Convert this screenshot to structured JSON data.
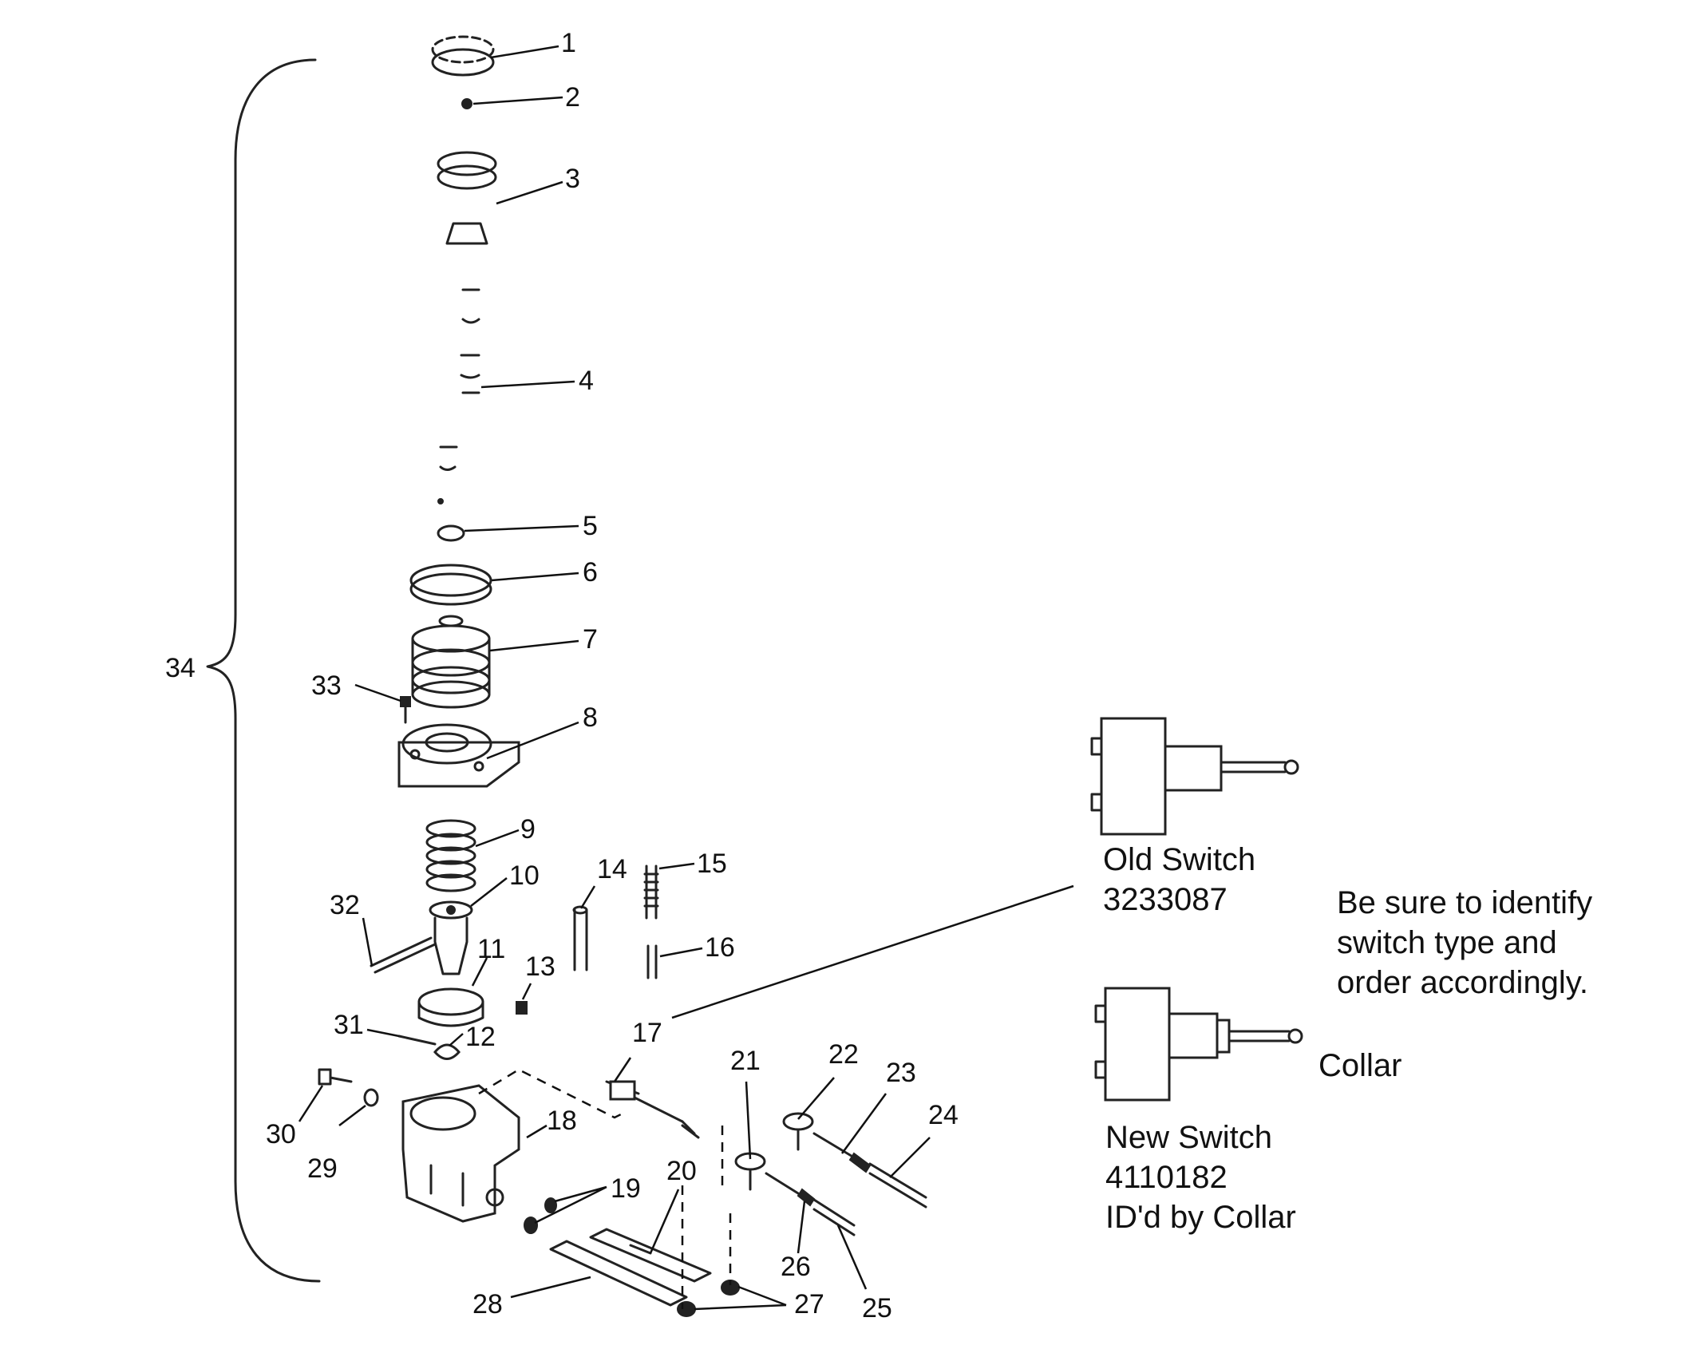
{
  "callouts": {
    "c1": "1",
    "c2": "2",
    "c3": "3",
    "c4": "4",
    "c5": "5",
    "c6": "6",
    "c7": "7",
    "c8": "8",
    "c9": "9",
    "c10": "10",
    "c11": "11",
    "c12": "12",
    "c13": "13",
    "c14": "14",
    "c15": "15",
    "c16": "16",
    "c17": "17",
    "c18": "18",
    "c19": "19",
    "c20": "20",
    "c21": "21",
    "c22": "22",
    "c23": "23",
    "c24": "24",
    "c25": "25",
    "c26": "26",
    "c27": "27",
    "c28": "28",
    "c29": "29",
    "c30": "30",
    "c31": "31",
    "c32": "32",
    "c33": "33",
    "c34": "34"
  },
  "old_switch": {
    "label": "Old Switch",
    "part_number": "3233087"
  },
  "new_switch": {
    "label": "New Switch",
    "part_number": "4110182",
    "note": "ID'd by Collar",
    "collar_label": "Collar"
  },
  "instruction": "Be sure to identify\nswitch type and\norder accordingly."
}
